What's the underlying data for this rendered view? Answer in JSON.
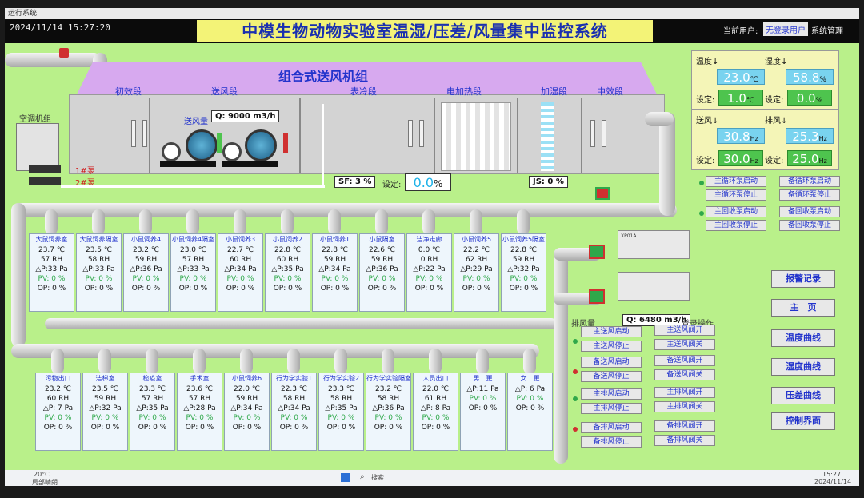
{
  "window": {
    "title": "运行系统"
  },
  "header": {
    "datetime": "2024/11/14 15:27:20",
    "title": "中模生物动物实验室温湿/压差/风量集中监控系统",
    "current_user_label": "当前用户:",
    "current_user_value": "无登录用户",
    "system_mgmt": "系统管理"
  },
  "ahu": {
    "title": "组合式送风机组",
    "sections": [
      "初效段",
      "送风段",
      "表冷段",
      "电加热段",
      "加湿段",
      "中效段"
    ],
    "airflow_label": "送风量",
    "airflow_value": "Q: 9000 m3/h",
    "ac_label": "空调机组",
    "pump1": "1#泵",
    "pump2": "2#泵",
    "sf": "SF: 3 %",
    "setpoint_label": "设定:",
    "setpoint_value": "0.0",
    "setpoint_unit": "%",
    "js": "JS: 0 %"
  },
  "params": {
    "temp_label": "温度↓",
    "humid_label": "湿度↓",
    "temp": "23.0",
    "temp_unit": "℃",
    "humid": "58.8",
    "humid_unit": "%",
    "set_label": "设定:",
    "temp_set": "1.0",
    "humid_set": "0.0",
    "supply_label": "送风↓",
    "exhaust_label": "排风↓",
    "supply": "30.8",
    "exhaust": "25.3",
    "hz_unit": "Hz",
    "supply_set": "30.0",
    "exhaust_set": "25.0"
  },
  "controls": {
    "loop_pump": [
      "主循环泵启动",
      "备循环泵启动",
      "主循环泵停止",
      "备循环泵停止"
    ],
    "recovery_pump": [
      "主回收泵启动",
      "备回收泵启动",
      "主回收泵停止",
      "备回收泵停止"
    ],
    "fans": [
      [
        "主送风启动",
        "主送风阀开"
      ],
      [
        "主送风停止",
        "主送风阀关"
      ],
      [
        "备送风启动",
        "备送风阀开"
      ],
      [
        "备送风停止",
        "备送风阀关"
      ],
      [
        "主排风启动",
        "主排风阀开"
      ],
      [
        "主排风停止",
        "主排风阀关"
      ],
      [
        "备排风启动",
        "备排风阀开"
      ],
      [
        "备排风停止",
        "备排风阀关"
      ]
    ]
  },
  "nav": [
    "报警记录",
    "主　页",
    "温度曲线",
    "湿度曲线",
    "压差曲线",
    "控制界面"
  ],
  "exhaust": {
    "unit_label": "XP01A",
    "label": "排风量",
    "value": "Q: 6480 m3/h",
    "login_op": "登录操作"
  },
  "rooms_row1": [
    {
      "name": "大鼠饲养室",
      "t": "23.7 ℃",
      "h": "57  RH",
      "dp": "△P:33 Pa",
      "pv": "PV: 0 %",
      "op": "OP: 0 %"
    },
    {
      "name": "大鼠饲养隔室",
      "t": "23.5 ℃",
      "h": "58  RH",
      "dp": "△P:33 Pa",
      "pv": "PV: 0 %",
      "op": "OP: 0 %"
    },
    {
      "name": "小鼠饲养4",
      "t": "23.2 ℃",
      "h": "59  RH",
      "dp": "△P:36 Pa",
      "pv": "PV: 0 %",
      "op": "OP: 0 %"
    },
    {
      "name": "小鼠饲养4隔室",
      "t": "23.0 ℃",
      "h": "57  RH",
      "dp": "△P:33 Pa",
      "pv": "PV: 0 %",
      "op": "OP: 0 %"
    },
    {
      "name": "小鼠饲养3",
      "t": "22.7 ℃",
      "h": "60  RH",
      "dp": "△P:34 Pa",
      "pv": "PV: 0 %",
      "op": "OP: 0 %"
    },
    {
      "name": "小鼠饲养2",
      "t": "22.8 ℃",
      "h": "60  RH",
      "dp": "△P:35 Pa",
      "pv": "PV: 0 %",
      "op": "OP: 0 %"
    },
    {
      "name": "小鼠饲养1",
      "t": "22.8 ℃",
      "h": "59  RH",
      "dp": "△P:34 Pa",
      "pv": "PV: 0 %",
      "op": "OP: 0 %"
    },
    {
      "name": "小鼠隔室",
      "t": "22.6 ℃",
      "h": "59  RH",
      "dp": "△P:36 Pa",
      "pv": "PV: 0 %",
      "op": "OP: 0 %"
    },
    {
      "name": "洁净走廊",
      "t": "0.0 ℃",
      "h": "0  RH",
      "dp": "△P:22 Pa",
      "pv": "PV: 0 %",
      "op": "OP: 0 %"
    },
    {
      "name": "小鼠饲养5",
      "t": "22.2 ℃",
      "h": "62  RH",
      "dp": "△P:29 Pa",
      "pv": "PV: 0 %",
      "op": "OP: 0 %"
    },
    {
      "name": "小鼠饲养5隔室",
      "t": "22.8 ℃",
      "h": "59  RH",
      "dp": "△P:32 Pa",
      "pv": "PV: 0 %",
      "op": "OP: 0 %"
    }
  ],
  "rooms_row2": [
    {
      "name": "污物出口",
      "t": "23.2 ℃",
      "h": "60  RH",
      "dp": "△P: 7 Pa",
      "pv": "PV: 0 %",
      "op": "OP: 0 %"
    },
    {
      "name": "洁梯室",
      "t": "23.5 ℃",
      "h": "59  RH",
      "dp": "△P:32 Pa",
      "pv": "PV: 0 %",
      "op": "OP: 0 %"
    },
    {
      "name": "检疫室",
      "t": "23.3 ℃",
      "h": "57  RH",
      "dp": "△P:35 Pa",
      "pv": "PV: 0 %",
      "op": "OP: 0 %"
    },
    {
      "name": "手术室",
      "t": "23.6 ℃",
      "h": "57  RH",
      "dp": "△P:28 Pa",
      "pv": "PV: 0 %",
      "op": "OP: 0 %"
    },
    {
      "name": "小鼠饲养6",
      "t": "22.0 ℃",
      "h": "59  RH",
      "dp": "△P:34 Pa",
      "pv": "PV: 0 %",
      "op": "OP: 0 %"
    },
    {
      "name": "行为学实验1",
      "t": "22.3 ℃",
      "h": "58  RH",
      "dp": "△P:34 Pa",
      "pv": "PV: 0 %",
      "op": "OP: 0 %"
    },
    {
      "name": "行为学实验2",
      "t": "23.3 ℃",
      "h": "58  RH",
      "dp": "△P:35 Pa",
      "pv": "PV: 0 %",
      "op": "OP: 0 %"
    },
    {
      "name": "行为学实验隔室",
      "t": "23.2 ℃",
      "h": "58  RH",
      "dp": "△P:36 Pa",
      "pv": "PV: 0 %",
      "op": "OP: 0 %"
    },
    {
      "name": "人员出口",
      "t": "22.0 ℃",
      "h": "61  RH",
      "dp": "△P: 8 Pa",
      "pv": "PV: 0 %",
      "op": "OP: 0 %"
    },
    {
      "name": "男二更",
      "t": "",
      "h": "",
      "dp": "△P:11 Pa",
      "pv": "PV: 0 %",
      "op": "OP: 0 %"
    },
    {
      "name": "女二更",
      "t": "",
      "h": "",
      "dp": "△P: 6 Pa",
      "pv": "PV: 0 %",
      "op": "OP: 0 %"
    }
  ],
  "taskbar": {
    "weather": "20°C",
    "weather_desc": "局部晴朗",
    "search": "搜索",
    "time": "15:27",
    "date": "2024/11/14"
  },
  "colors": {
    "screen_bg": "#b9f08a",
    "title_bg": "#f3f377",
    "ahu_roof": "#d7a9ef",
    "value_blue": "#79d3ef",
    "value_green": "#4ec44e"
  }
}
